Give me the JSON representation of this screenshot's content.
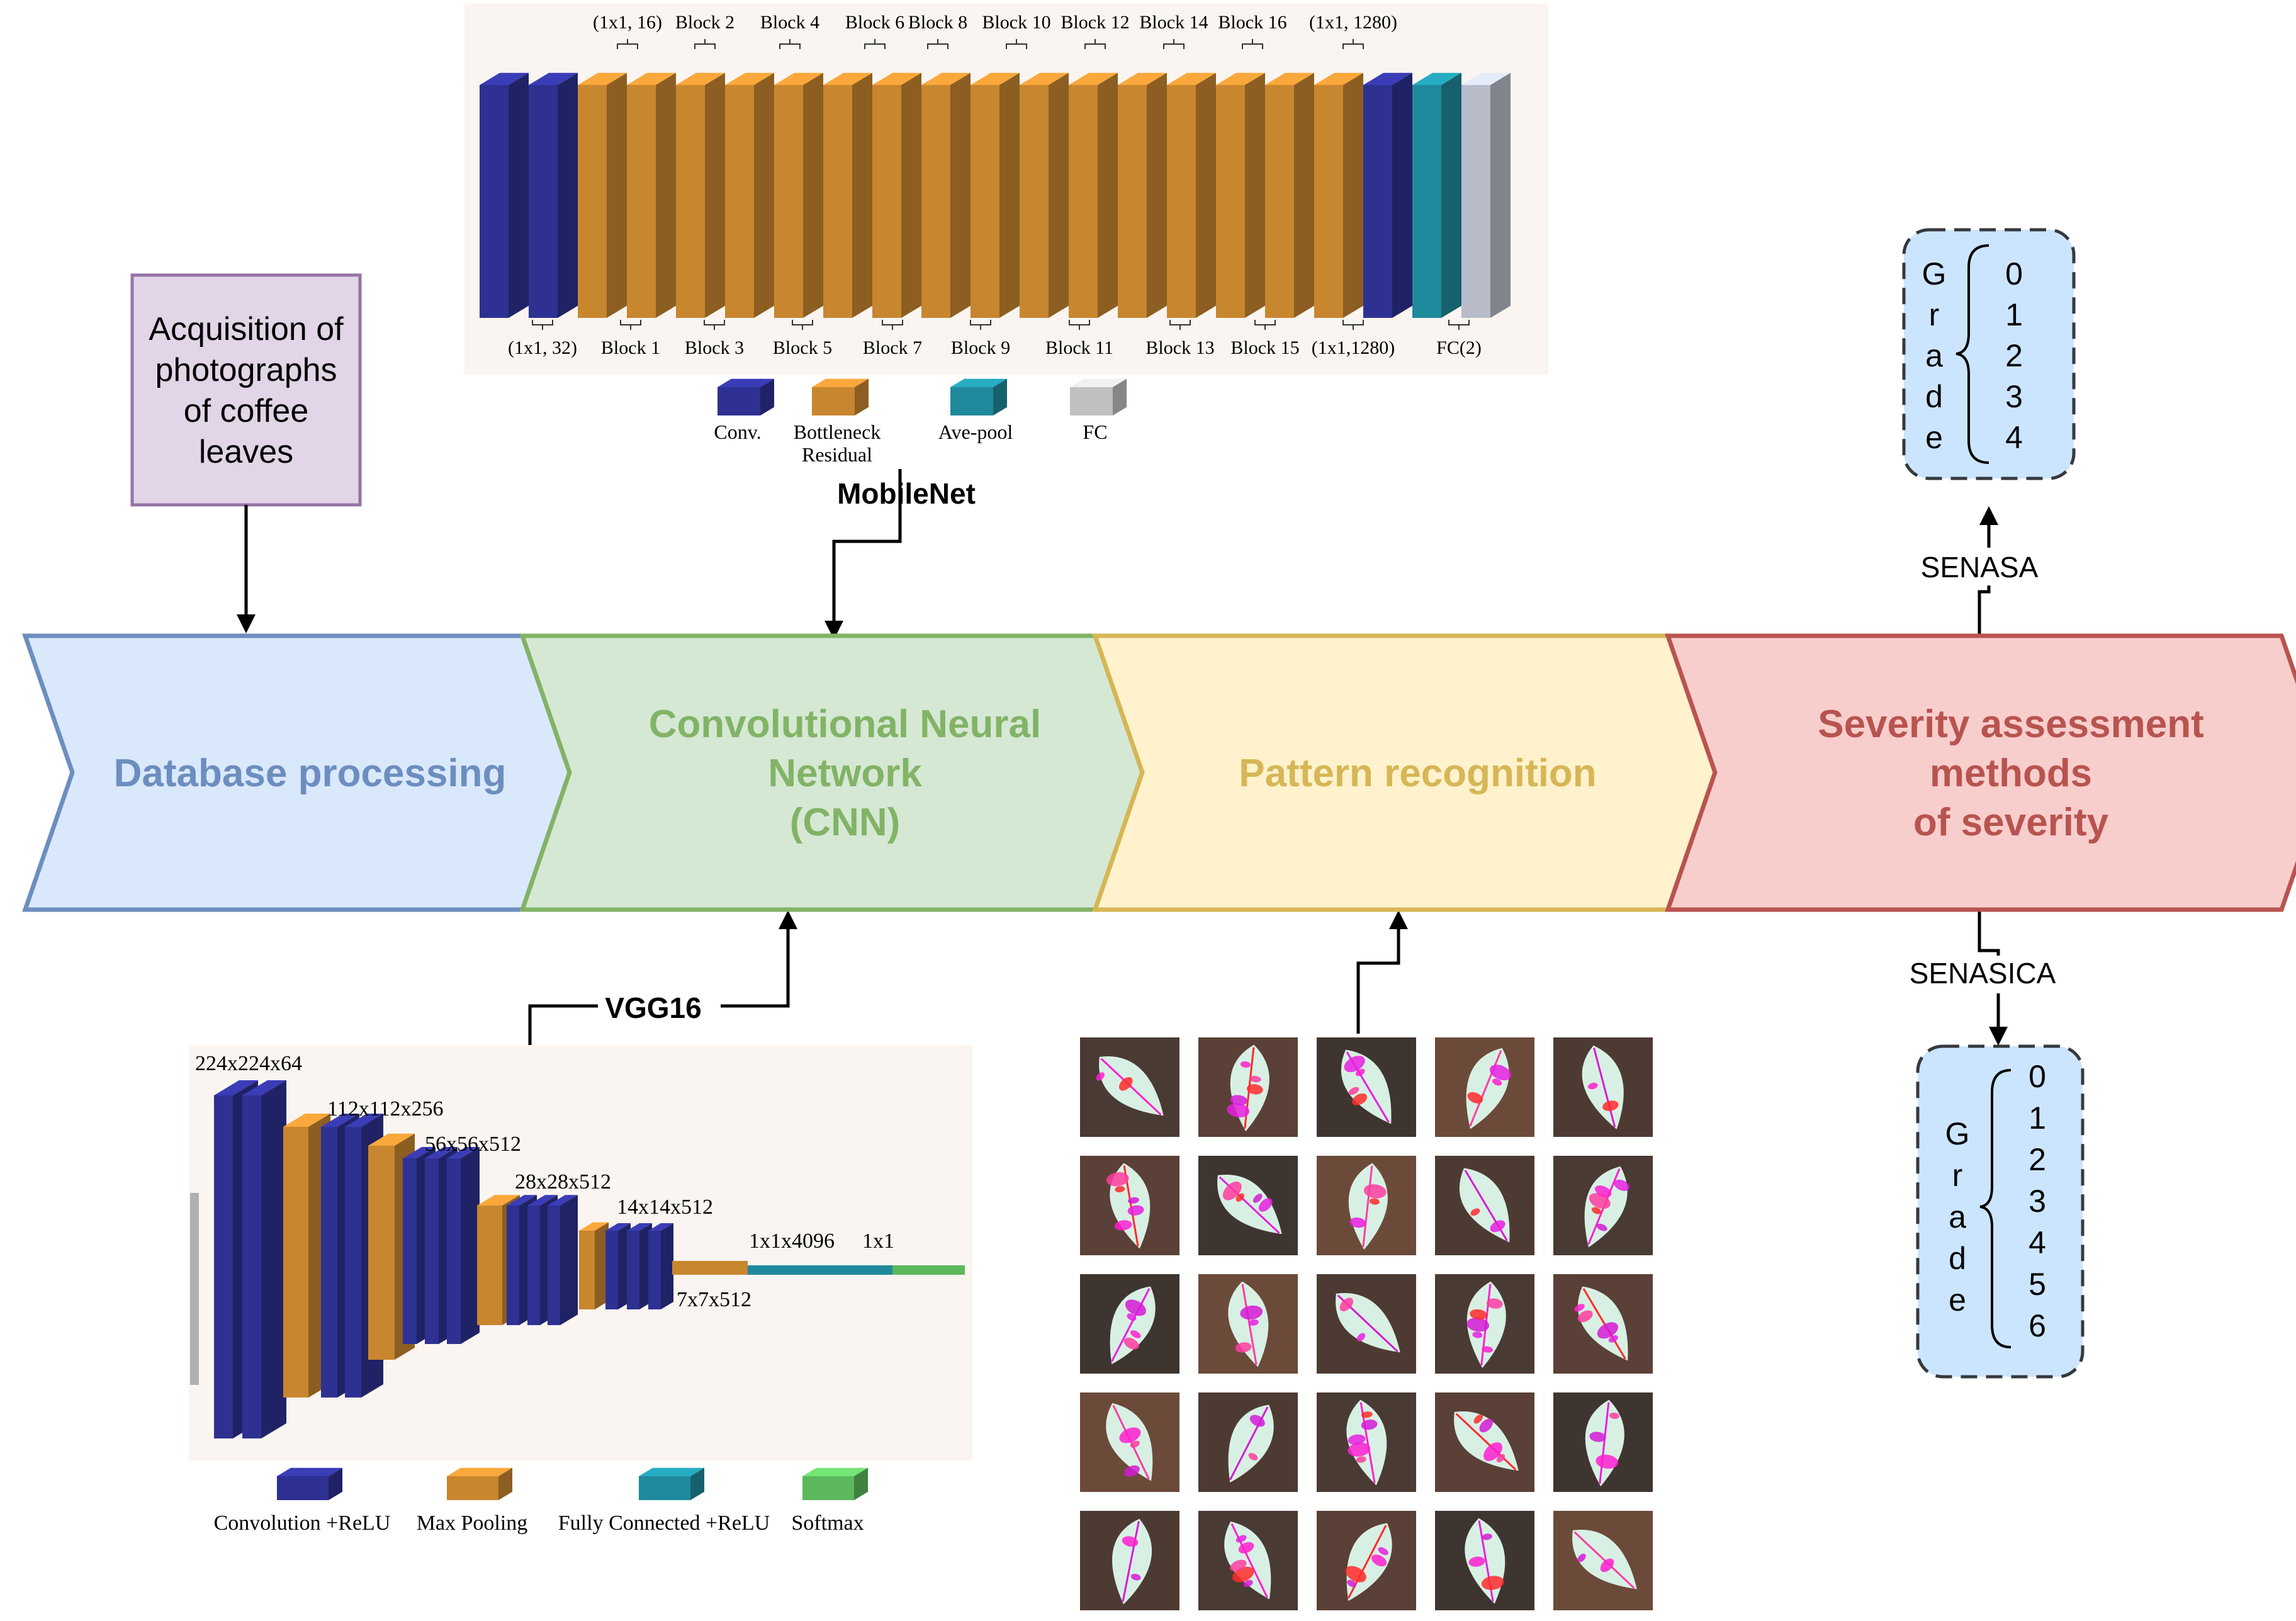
{
  "acquisition": {
    "lines": [
      "Acquisition of",
      "photographs",
      "of coffee",
      "leaves"
    ]
  },
  "pipeline": {
    "steps": [
      {
        "lines": [
          "Database processing"
        ],
        "fill": "#dae8fc",
        "stroke": "#6c8ebf",
        "text_color": "#6c8ebf"
      },
      {
        "lines": [
          "Convolutional Neural",
          "Network",
          "(CNN)"
        ],
        "fill": "#d5e8d4",
        "stroke": "#82b366",
        "text_color": "#82b366"
      },
      {
        "lines": [
          "Pattern recognition"
        ],
        "fill": "#fff2cc",
        "stroke": "#d6b656",
        "text_color": "#d6b656"
      },
      {
        "lines": [
          "Severity assessment",
          "methods",
          "of severity"
        ],
        "fill": "#f8cecc",
        "stroke": "#b85450",
        "text_color": "#b85450"
      }
    ]
  },
  "mobilenet": {
    "label": "MobileNet",
    "top_labels": [
      "(1x1, 16)",
      "Block 2",
      "Block 4",
      "Block 6",
      "Block 8",
      "Block 10",
      "Block 12",
      "Block 14",
      "Block 16",
      "(1x1, 1280)"
    ],
    "bottom_labels": [
      "(1x1, 32)",
      "Block 1",
      "Block 3",
      "Block 5",
      "Block 7",
      "Block 9",
      "Block 11",
      "Block 13",
      "Block 15",
      "(1x1,1280)",
      "FC(2)"
    ],
    "legend": [
      {
        "lines": [
          "Conv."
        ],
        "color": "#2e3192"
      },
      {
        "lines": [
          "Bottleneck",
          "Residual"
        ],
        "color": "#c8862f"
      },
      {
        "lines": [
          "Ave-pool"
        ],
        "color": "#1f8a9c"
      },
      {
        "lines": [
          "FC"
        ],
        "color": "#c0c0c0"
      }
    ]
  },
  "vgg16": {
    "label": "VGG16",
    "dims": [
      "224x224x64",
      "112x112x256",
      "56x56x512",
      "28x28x512",
      "14x14x512",
      "1x1x4096",
      "1x1",
      "7x7x512"
    ],
    "legend": [
      {
        "label": "Convolution +ReLU",
        "color": "#2e3192"
      },
      {
        "label": "Max Pooling",
        "color": "#c8862f"
      },
      {
        "label": "Fully Connected +ReLU",
        "color": "#1f8a9c"
      },
      {
        "label": "Softmax",
        "color": "#5cb85c"
      }
    ]
  },
  "senasa": {
    "label": "SENASA",
    "grade_letters": [
      "G",
      "r",
      "a",
      "d",
      "e"
    ],
    "grades": [
      "0",
      "1",
      "2",
      "3",
      "4"
    ]
  },
  "senasica": {
    "label": "SENASICA",
    "grade_letters": [
      "G",
      "r",
      "a",
      "d",
      "e"
    ],
    "grades": [
      "0",
      "1",
      "2",
      "3",
      "4",
      "5",
      "6"
    ]
  },
  "colors": {
    "conv": "#2e3192",
    "bottleneck": "#c8862f",
    "avepool": "#1f8a9c",
    "fc": "#b8bcc8",
    "softmax": "#5cb85c",
    "acquisition_fill": "#e1d5e7",
    "acquisition_stroke": "#9673a6",
    "grade_fill": "#cce5ff",
    "grade_stroke": "#36393d",
    "panel_bg": "#faf5f0"
  },
  "leaf_thumbnails": {
    "rows": 5,
    "cols": 5
  }
}
